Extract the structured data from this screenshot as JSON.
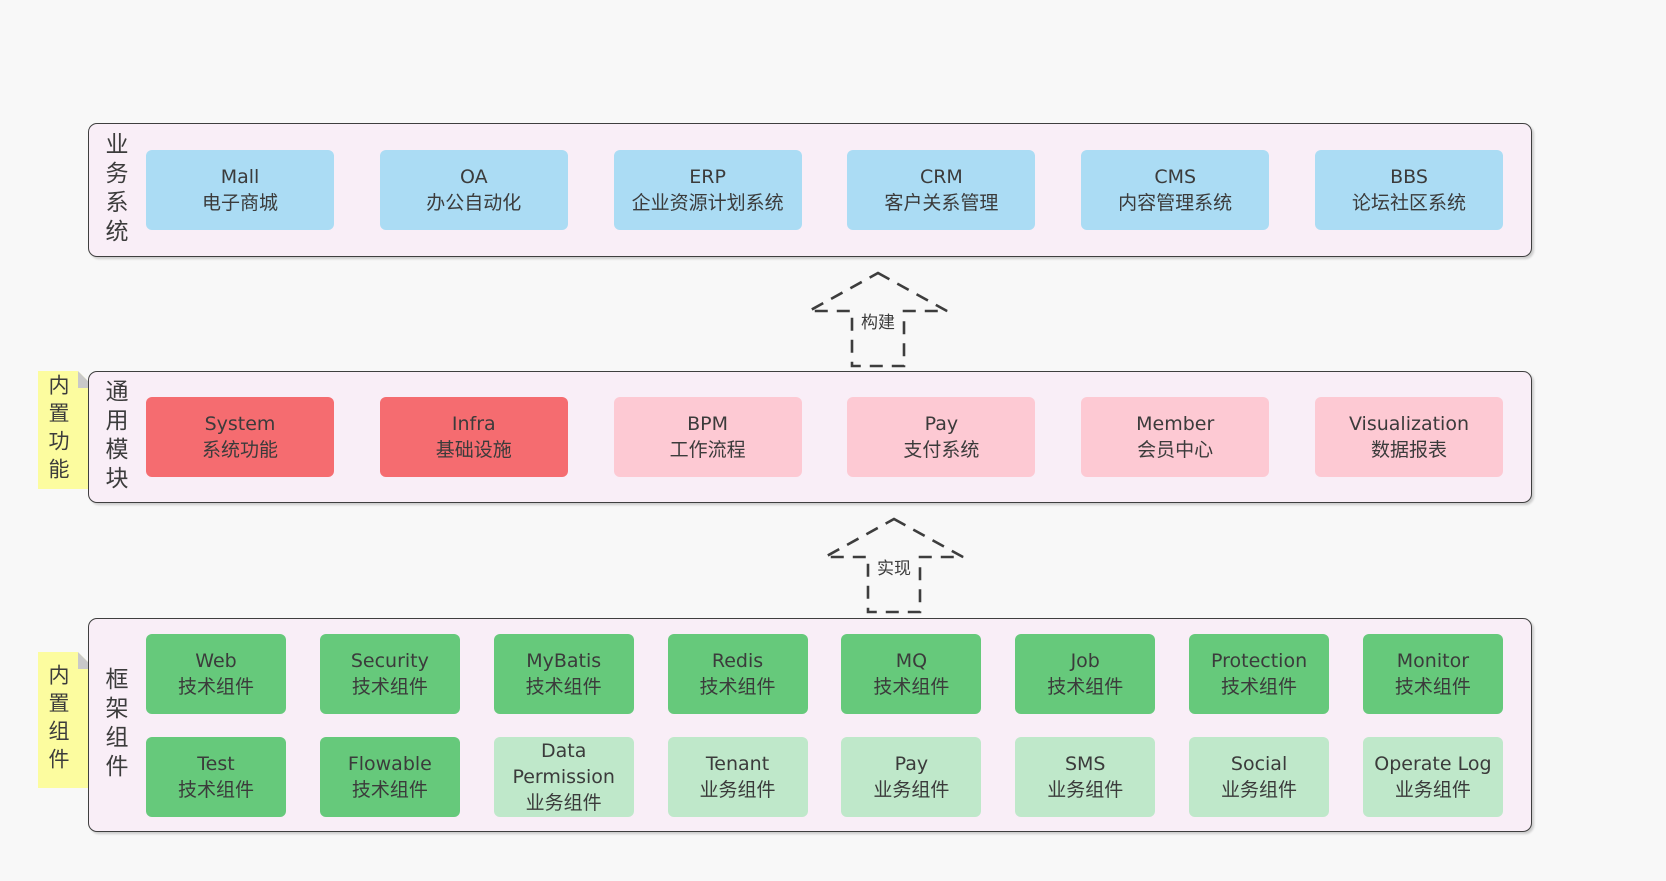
{
  "page": {
    "background": "#f8f8f8"
  },
  "colors": {
    "container_bg": "#f9eef7",
    "container_border": "#3f3f3f",
    "blue": "#abdcf4",
    "red": "#f56c70",
    "pink": "#fdc9d3",
    "green": "#66c97b",
    "green_light": "#bfe8ca",
    "note_yellow": "#fcfc9f",
    "note_fold": "#c9c9c9",
    "arrow_stroke": "#3d3d3d",
    "text": "#3c3c3c"
  },
  "arrows": [
    {
      "label": "构建"
    },
    {
      "label": "实现"
    }
  ],
  "layers": [
    {
      "id": "business",
      "label": "业务系统",
      "note": "",
      "rows": [
        [
          {
            "name": "Mall",
            "desc": "电子商城",
            "variant": "blue"
          },
          {
            "name": "OA",
            "desc": "办公自动化",
            "variant": "blue"
          },
          {
            "name": "ERP",
            "desc": "企业资源计划系统",
            "variant": "blue"
          },
          {
            "name": "CRM",
            "desc": "客户关系管理",
            "variant": "blue"
          },
          {
            "name": "CMS",
            "desc": "内容管理系统",
            "variant": "blue"
          },
          {
            "name": "BBS",
            "desc": "论坛社区系统",
            "variant": "blue"
          }
        ]
      ]
    },
    {
      "id": "modules",
      "label": "通用模块",
      "note": "内置功能",
      "rows": [
        [
          {
            "name": "System",
            "desc": "系统功能",
            "variant": "red"
          },
          {
            "name": "Infra",
            "desc": "基础设施",
            "variant": "red"
          },
          {
            "name": "BPM",
            "desc": "工作流程",
            "variant": "pink"
          },
          {
            "name": "Pay",
            "desc": "支付系统",
            "variant": "pink"
          },
          {
            "name": "Member",
            "desc": "会员中心",
            "variant": "pink"
          },
          {
            "name": "Visualization",
            "desc": "数据报表",
            "variant": "pink"
          }
        ]
      ]
    },
    {
      "id": "components",
      "label": "框架组件",
      "note": "内置组件",
      "rows": [
        [
          {
            "name": "Web",
            "desc": "技术组件",
            "variant": "green"
          },
          {
            "name": "Security",
            "desc": "技术组件",
            "variant": "green"
          },
          {
            "name": "MyBatis",
            "desc": "技术组件",
            "variant": "green"
          },
          {
            "name": "Redis",
            "desc": "技术组件",
            "variant": "green"
          },
          {
            "name": "MQ",
            "desc": "技术组件",
            "variant": "green"
          },
          {
            "name": "Job",
            "desc": "技术组件",
            "variant": "green"
          },
          {
            "name": "Protection",
            "desc": "技术组件",
            "variant": "green"
          },
          {
            "name": "Monitor",
            "desc": "技术组件",
            "variant": "green"
          }
        ],
        [
          {
            "name": "Test",
            "desc": "技术组件",
            "variant": "green"
          },
          {
            "name": "Flowable",
            "desc": "技术组件",
            "variant": "green"
          },
          {
            "name": "Data Permission",
            "desc": "业务组件",
            "variant": "green_light"
          },
          {
            "name": "Tenant",
            "desc": "业务组件",
            "variant": "green_light"
          },
          {
            "name": "Pay",
            "desc": "业务组件",
            "variant": "green_light"
          },
          {
            "name": "SMS",
            "desc": "业务组件",
            "variant": "green_light"
          },
          {
            "name": "Social",
            "desc": "业务组件",
            "variant": "green_light"
          },
          {
            "name": "Operate Log",
            "desc": "业务组件",
            "variant": "green_light"
          }
        ]
      ]
    }
  ]
}
